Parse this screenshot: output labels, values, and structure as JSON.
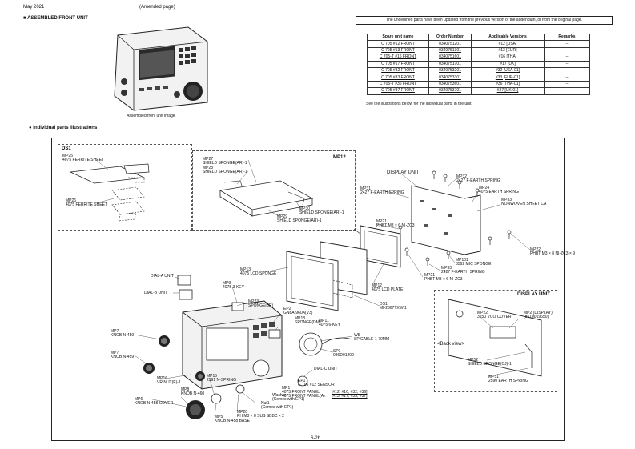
{
  "header": {
    "date": "May 2021",
    "note": "(Amended page)",
    "section_title": "■ ASSEMBLED FRONT UNIT",
    "notice": "The underlined parts have been updated from the previous version of the addendum, or from the original page."
  },
  "image_caption": "Assembled front unit image",
  "table": {
    "headers": [
      "Spare unit name",
      "Order Number",
      "Applicable Versions",
      "Remarks"
    ],
    "rows": [
      [
        "C 705 #12 FRONT",
        "0340751201",
        "#12 [USA]",
        "–"
      ],
      [
        "C 705 #13 FRONT",
        "0340751301",
        "#13 [EUR]",
        "–"
      ],
      [
        "C 705-T #16 FRONT",
        "0340751601",
        "#16 [THA]",
        "–"
      ],
      [
        "C 705 #17 FRONT",
        "0340751701",
        "#17 [UK]",
        "–"
      ],
      [
        "C 705 #32 FRONT",
        "0340753201",
        "#32 [USA-01]",
        "–"
      ],
      [
        "C 705 #33 FRONT",
        "0340753301",
        "#33 [EUR-01]",
        "–"
      ],
      [
        "C 705-T #36 FRONT",
        "0340753601",
        "#36 [THA-01]",
        "–"
      ],
      [
        "C 705 #37 FRONT",
        "0340753701",
        "#37 [UK-01]",
        "–"
      ]
    ],
    "footnote": "See the illustrations below for the individual parts in the unit."
  },
  "individual_title": "● Individual parts illustrations",
  "labels": {
    "ds1_box": "DS1",
    "mp25": "MP25",
    "mp25_desc": "4075 FERRITE SHEET",
    "mp26": "MP26",
    "mp26_desc": "4075 FERRITE SHEET",
    "mp12_box": "MP12",
    "mp27": "MP27",
    "mp27_desc": "SHIELD SPONGE(AR)-1",
    "mp28": "MP28",
    "mp28_desc": "SHIELD SPONGE(AR)-1",
    "mp30": "MP30",
    "mp30_desc": "SHIELD SPONGE(AR)-1",
    "mp29": "MP29",
    "mp29_desc": "SHIELD SPONGE(AR)-1",
    "display_unit": "DISPLAY UNIT",
    "mp31": "MP31",
    "mp31_desc": "2427 F-EARTH SPRING",
    "mp32": "MP32",
    "mp32_desc": "2427 F-EARTH SPRING",
    "mp24": "MP24",
    "mp24_desc": "4075 EARTH SPRING",
    "mp33": "MP33",
    "mp33_desc": "NONWOVEN SHEET CA",
    "mp21a": "MP21",
    "mp21a_desc": "PHBT M3 × 6 NI-ZC3",
    "mp22": "MP22",
    "mp22_desc": "PHBT M3 × 8 NI-ZC3 × 9",
    "mp101": "MP101",
    "mp101_desc": "3562 MIC SPONGE",
    "mp33b": "MP33",
    "mp33b_desc": "2427 F-EARTH SPRING",
    "mp21b": "MP21",
    "mp21b_desc": "PHBT M3 × 6 NI-ZC3",
    "mp13": "MP13",
    "mp13_desc": "4075 LCD SPONGE",
    "dial_a": "DIAL-A UNIT",
    "dial_b": "DIAL-B UNIT",
    "mp9": "MP9",
    "mp9_desc": "4075 3-KEY",
    "mp12b": "MP12",
    "mp12b_desc": "4075 LCD PLATE",
    "ds1": "DS1",
    "ds1_desc": "MI-2367TXW-1",
    "mp23": "MP23",
    "mp23_desc": "SPONGE(3R)",
    "ep2": "EP2",
    "ep2_desc": "GN8A-960A(V3)",
    "mp18": "MP18",
    "mp18_desc": "SPONGE(DM)",
    "mp11": "MP11",
    "mp11_desc": "4075 6-KEY",
    "w5": "W5",
    "w5_desc": "SP CABLE-1 70MM",
    "sp1": "SP1",
    "sp1_desc": "036D01209",
    "dial_c": "DIAL-C UNIT",
    "mp7a": "MP7",
    "mp7a_desc": "KNOB N-459",
    "mp7b": "MP7",
    "mp7b_desc": "KNOB N-459",
    "mp16": "MP16",
    "mp16_desc": "VR NUT(E)-1",
    "mp15": "MP15",
    "mp15_desc": "2591 N-SPRING",
    "mp8": "MP8",
    "mp8_desc": "KNOB N-460",
    "mp6": "MP6",
    "mp6_desc": "KNOB N-458 COVER",
    "mp5": "MP5",
    "mp5_desc": "KNOB N-458 BASE",
    "mp20": "MP20",
    "mp20_desc": "PH M3 × 8 SUS SBBC × 2",
    "nut1": "Nut1",
    "nut1_desc": "(Comes with EP1)",
    "washer": "Washer",
    "washer_desc": "(Comes with EP1)",
    "ep1": "EP1",
    "ep1_desc": "C 705 #12 SENSOR",
    "mp1": "MP1",
    "mp1_desc": "4075 FRONT PANEL",
    "mp1_desc2": "4075 FRONT PANEL(A)",
    "mp1_versions": "[#12, #16, #32, #36]",
    "mp1_versions2": "[#13, #17, #33, #37]",
    "display_unit_box": "DISPLAY UNIT",
    "back_view": "<Back view>",
    "mp22b": "MP22",
    "mp22b_desc": "3250 VCO COVER",
    "mp2": "MP2 (DISPLAY)",
    "mp2_desc": "(8510019650)",
    "mp52": "MP52",
    "mp52_desc": "SHIELD SPONGE(CJ)-1",
    "mp51": "MP51",
    "mp51_desc": "2590 EARTH SPRING"
  },
  "page_number": "6-2b"
}
